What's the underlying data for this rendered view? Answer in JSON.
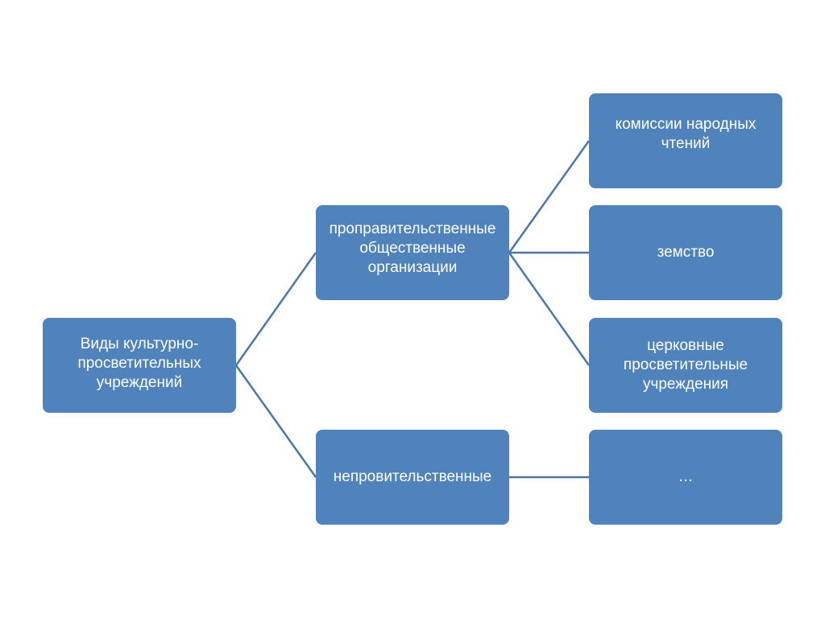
{
  "diagram": {
    "root": {
      "label": "Виды культурно-\nпросветительных\nучреждений"
    },
    "branches": [
      {
        "label": "проправительственные\nобщественные\nорганизации",
        "children": [
          {
            "label": "комиссии народных\nчтений"
          },
          {
            "label": "земство"
          },
          {
            "label": "церковные\nпросветительные\nучреждения"
          }
        ]
      },
      {
        "label": "непровительственные",
        "children": [
          {
            "label": "…"
          }
        ]
      }
    ],
    "colors": {
      "node_fill": "#5082bc",
      "node_text": "#ffffff",
      "connector": "#4a76aa"
    }
  }
}
